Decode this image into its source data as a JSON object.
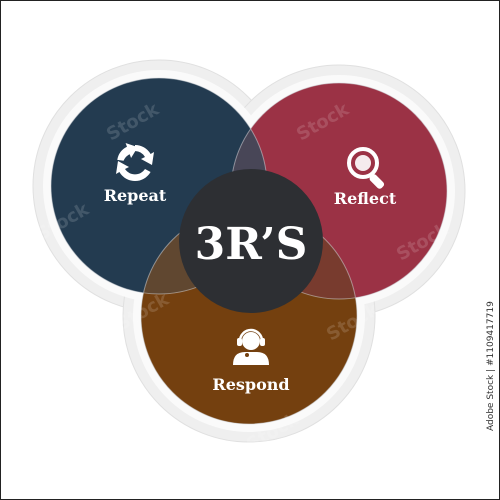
{
  "diagram": {
    "center_label": "3R’S",
    "side_text": "Adobe Stock | #1109417719",
    "circles": [
      {
        "id": "repeat",
        "label": "Repeat",
        "icon": "repeat-arrows-icon",
        "color": "#233b50"
      },
      {
        "id": "reflect",
        "label": "Reflect",
        "icon": "magnifier-icon",
        "color": "#9b3245"
      },
      {
        "id": "respond",
        "label": "Respond",
        "icon": "support-agent-icon",
        "color": "#74400f"
      }
    ],
    "center_color": "#2d2f33",
    "outline_color": "#e6e6e6"
  }
}
